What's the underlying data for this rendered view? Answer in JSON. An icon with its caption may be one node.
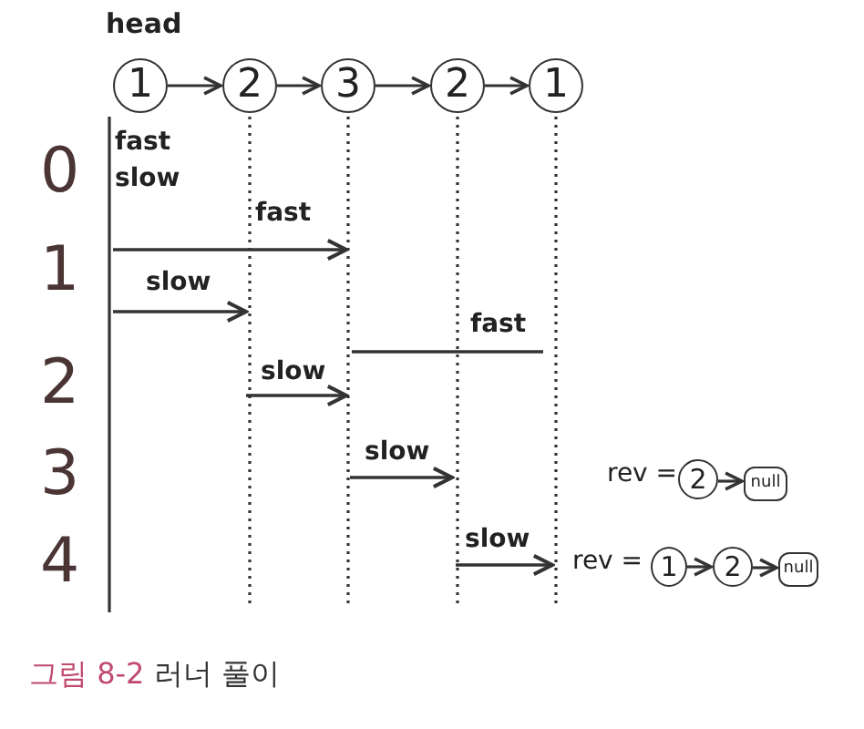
{
  "diagram": {
    "caption": "그림 8-2 러너 풀이",
    "nodes": [
      {
        "text": [
          "1"
        ],
        "beside": [
          "head"
        ]
      },
      {
        "text": [
          "2"
        ]
      },
      {
        "text": [
          "3"
        ]
      },
      {
        "text": [
          "2"
        ]
      },
      {
        "text": [
          "1"
        ]
      },
      {
        "text": [
          "2"
        ]
      },
      {
        "text": [
          "null"
        ]
      },
      {
        "text": [
          "1"
        ]
      },
      {
        "text": [
          "2"
        ]
      },
      {
        "text": [
          "null"
        ]
      }
    ],
    "edges": [
      {
        "from": 0,
        "to": 1,
        "arrow": "to"
      },
      {
        "from": 1,
        "to": 2,
        "arrow": "to"
      },
      {
        "from": 2,
        "to": 3,
        "arrow": "to"
      },
      {
        "from": 3,
        "to": 4,
        "arrow": "to"
      },
      {
        "from": 5,
        "to": 6,
        "arrow": "to"
      },
      {
        "from": 7,
        "to": 8,
        "arrow": "to"
      },
      {
        "from": 8,
        "to": 9,
        "arrow": "to"
      }
    ],
    "labels": [
      "fast",
      "slow",
      "0",
      "fast",
      "1",
      "slow",
      "fast",
      "2",
      "slow",
      "3",
      "slow",
      "rev =",
      "4",
      "slow",
      "rev ="
    ]
  }
}
